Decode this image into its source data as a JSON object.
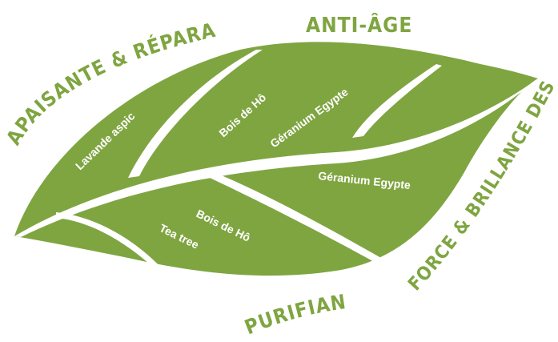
{
  "colors": {
    "leaf": "#7fa541",
    "vein": "#ffffff",
    "text": "#7fa541"
  },
  "categories": {
    "apaisante": "APAISANTE & RÉPARATRICE",
    "anti_age": "ANTI-ÂGE",
    "force": "FORCE & BRILLANCE DES CHEVEUX",
    "purifiante": "PURIFIANTE"
  },
  "oils": {
    "lavande": "Lavande aspic",
    "bois_de_ho_top": "Bois de Hô",
    "geranium_top": "Géranium Egypte",
    "geranium_right": "Géranium Egypte",
    "bois_de_ho_bottom": "Bois de Hô",
    "tea_tree": "Tea tree"
  }
}
